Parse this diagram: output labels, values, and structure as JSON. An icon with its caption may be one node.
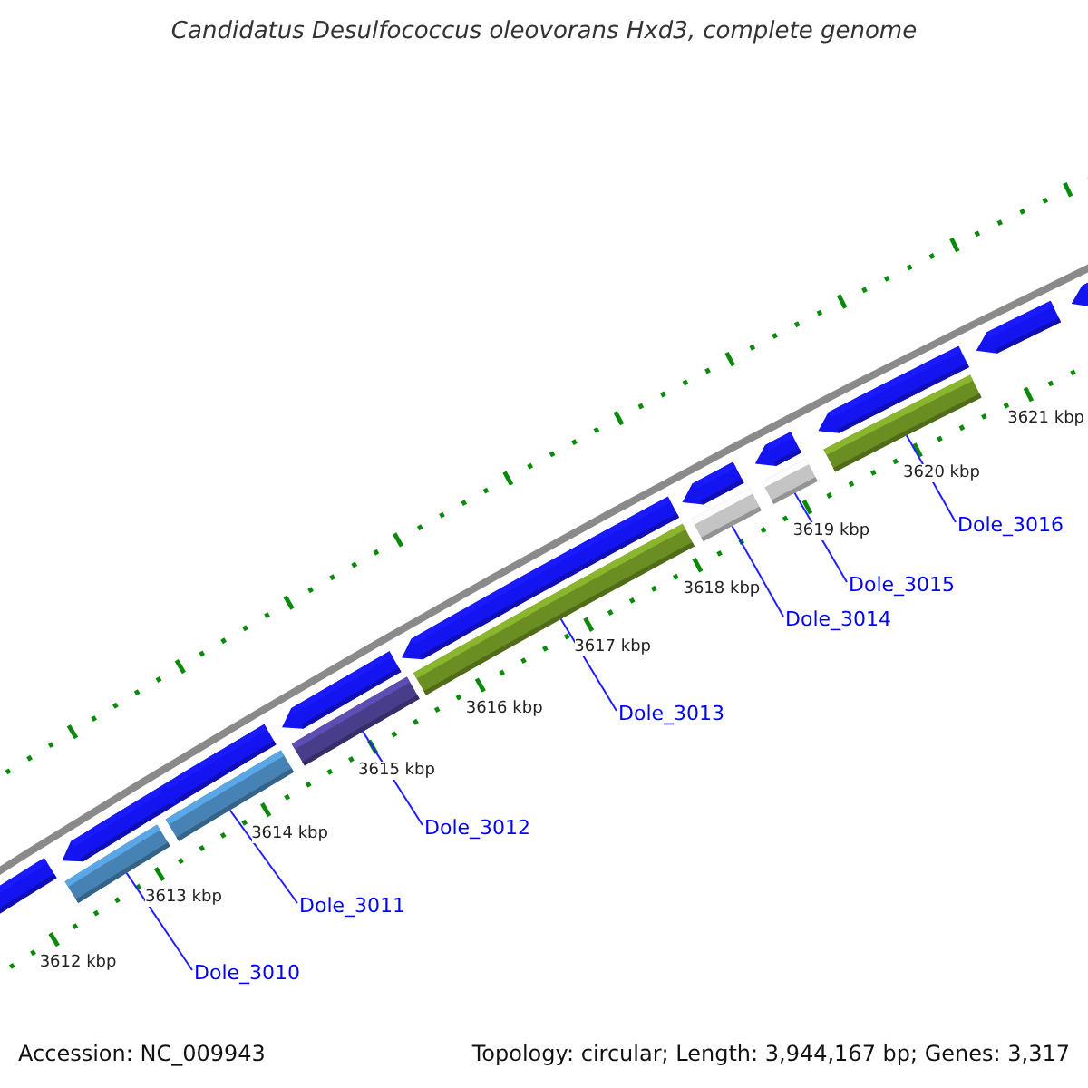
{
  "diagram": {
    "title": "Candidatus Desulfococcus oleovorans Hxd3, complete genome",
    "nodes": [
      {
        "text": [
          "Dole_3010"
        ]
      },
      {
        "text": [
          "Dole_3011"
        ]
      },
      {
        "text": [
          "Dole_3012"
        ]
      },
      {
        "text": [
          "Dole_3013"
        ]
      },
      {
        "text": [
          "Dole_3014"
        ]
      },
      {
        "text": [
          "Dole_3015"
        ]
      },
      {
        "text": [
          "Dole_3016"
        ]
      },
      {
        "text": [],
        "shape": "bar"
      },
      {
        "text": [],
        "shape": "bar"
      },
      {
        "text": [],
        "shape": "bar"
      },
      {
        "text": [],
        "shape": "bar"
      },
      {
        "text": [],
        "shape": "bar"
      },
      {
        "text": [],
        "shape": "bar"
      },
      {
        "text": [],
        "shape": "bar"
      },
      {
        "text": [],
        "shape": "arrow"
      },
      {
        "text": [],
        "shape": "arrow"
      },
      {
        "text": [],
        "shape": "arrow"
      },
      {
        "text": [],
        "shape": "arrow"
      },
      {
        "text": [],
        "shape": "arrow"
      },
      {
        "text": [],
        "shape": "arrow"
      },
      {
        "text": [],
        "shape": "arrow"
      },
      {
        "text": [],
        "shape": "arrow"
      },
      {
        "text": [],
        "shape": "arrow"
      },
      {
        "text": [],
        "shape": "arrow"
      }
    ],
    "edges": [
      {
        "from": 0,
        "to": 7,
        "arrow": "none"
      },
      {
        "from": 1,
        "to": 8,
        "arrow": "none"
      },
      {
        "from": 2,
        "to": 9,
        "arrow": "none"
      },
      {
        "from": 3,
        "to": 10,
        "arrow": "none"
      },
      {
        "from": 4,
        "to": 11,
        "arrow": "none"
      },
      {
        "from": 5,
        "to": 12,
        "arrow": "none"
      },
      {
        "from": 6,
        "to": 13,
        "arrow": "none"
      }
    ],
    "labels": [
      "3612 kbp",
      "3613 kbp",
      "3614 kbp",
      "3615 kbp",
      "3616 kbp",
      "3617 kbp",
      "3618 kbp",
      "3619 kbp",
      "3620 kbp",
      "3621 kbp",
      "Accession: NC_009943",
      "Topology: circular; Length: 3,944,167 bp; Genes: 3,317"
    ]
  }
}
